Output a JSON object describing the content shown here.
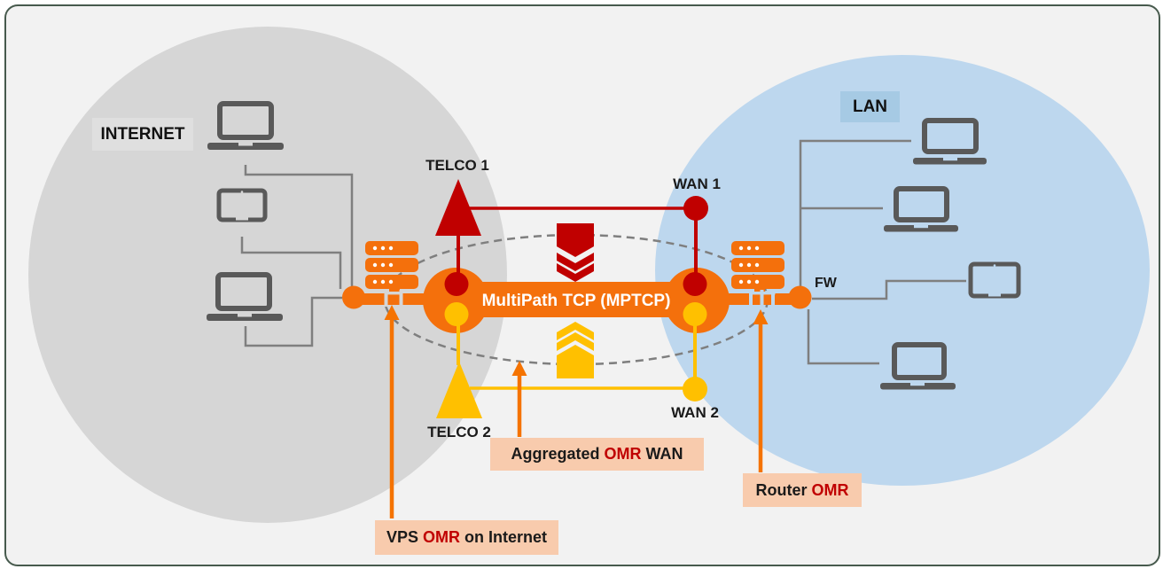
{
  "zones": {
    "internet": {
      "label": "INTERNET",
      "devices": [
        "laptop",
        "tablet",
        "laptop"
      ]
    },
    "lan": {
      "label": "LAN",
      "devices": [
        "laptop",
        "laptop",
        "tablet",
        "laptop"
      ]
    }
  },
  "nodes": {
    "telco1": "TELCO 1",
    "telco2": "TELCO 2",
    "wan1": "WAN 1",
    "wan2": "WAN 2",
    "fw": "FW",
    "pipe": "MultiPath TCP (MPTCP)"
  },
  "callouts": {
    "aggregated": {
      "prefix": "Aggregated ",
      "highlight": "OMR",
      "suffix": " WAN"
    },
    "router": {
      "prefix": "Router ",
      "highlight": "OMR",
      "suffix": ""
    },
    "vps": {
      "prefix": "VPS ",
      "highlight": "OMR",
      "suffix": " on Internet"
    }
  },
  "colors": {
    "orange": "#F4700C",
    "arrow_orange": "#F57301",
    "dark_red": "#C00000",
    "gold": "#FFC000",
    "internet_fill": "#D6D6D6",
    "lan_fill": "#BDD7EE",
    "callout_bg": "#F8CBAD",
    "line_gray": "#7F7F7F",
    "device_gray": "#595959",
    "canvas_bg": "#F2F2F2",
    "border_green": "#475A4D"
  }
}
